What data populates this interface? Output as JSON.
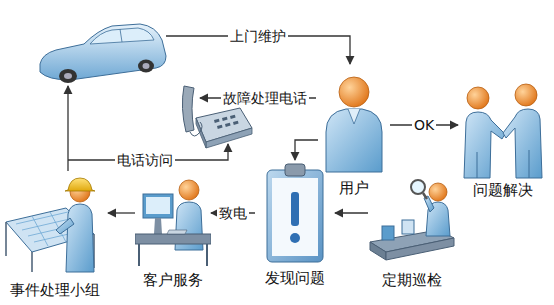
{
  "diagram": {
    "nodes": [
      {
        "text": [
          "用户"
        ]
      },
      {
        "text": [
          "问题解决"
        ]
      },
      {
        "text": [
          "事件处理小组"
        ]
      },
      {
        "text": [
          "客户服务"
        ]
      },
      {
        "text": [
          "发现问题"
        ]
      },
      {
        "text": [
          "定期巡检"
        ]
      }
    ],
    "edges": [
      {
        "from": 0,
        "to": 1,
        "label": "OK",
        "arrow": "to"
      },
      {
        "from": 0,
        "to": 4,
        "arrow": "to"
      },
      {
        "from": 5,
        "to": 4,
        "arrow": "to"
      },
      {
        "from": 4,
        "to": 3,
        "label": "致电",
        "arrow": "to"
      },
      {
        "from": 3,
        "to": 2,
        "arrow": "to"
      }
    ],
    "labels": [
      "上门维护",
      "故障处理电话",
      "电话访问"
    ]
  }
}
